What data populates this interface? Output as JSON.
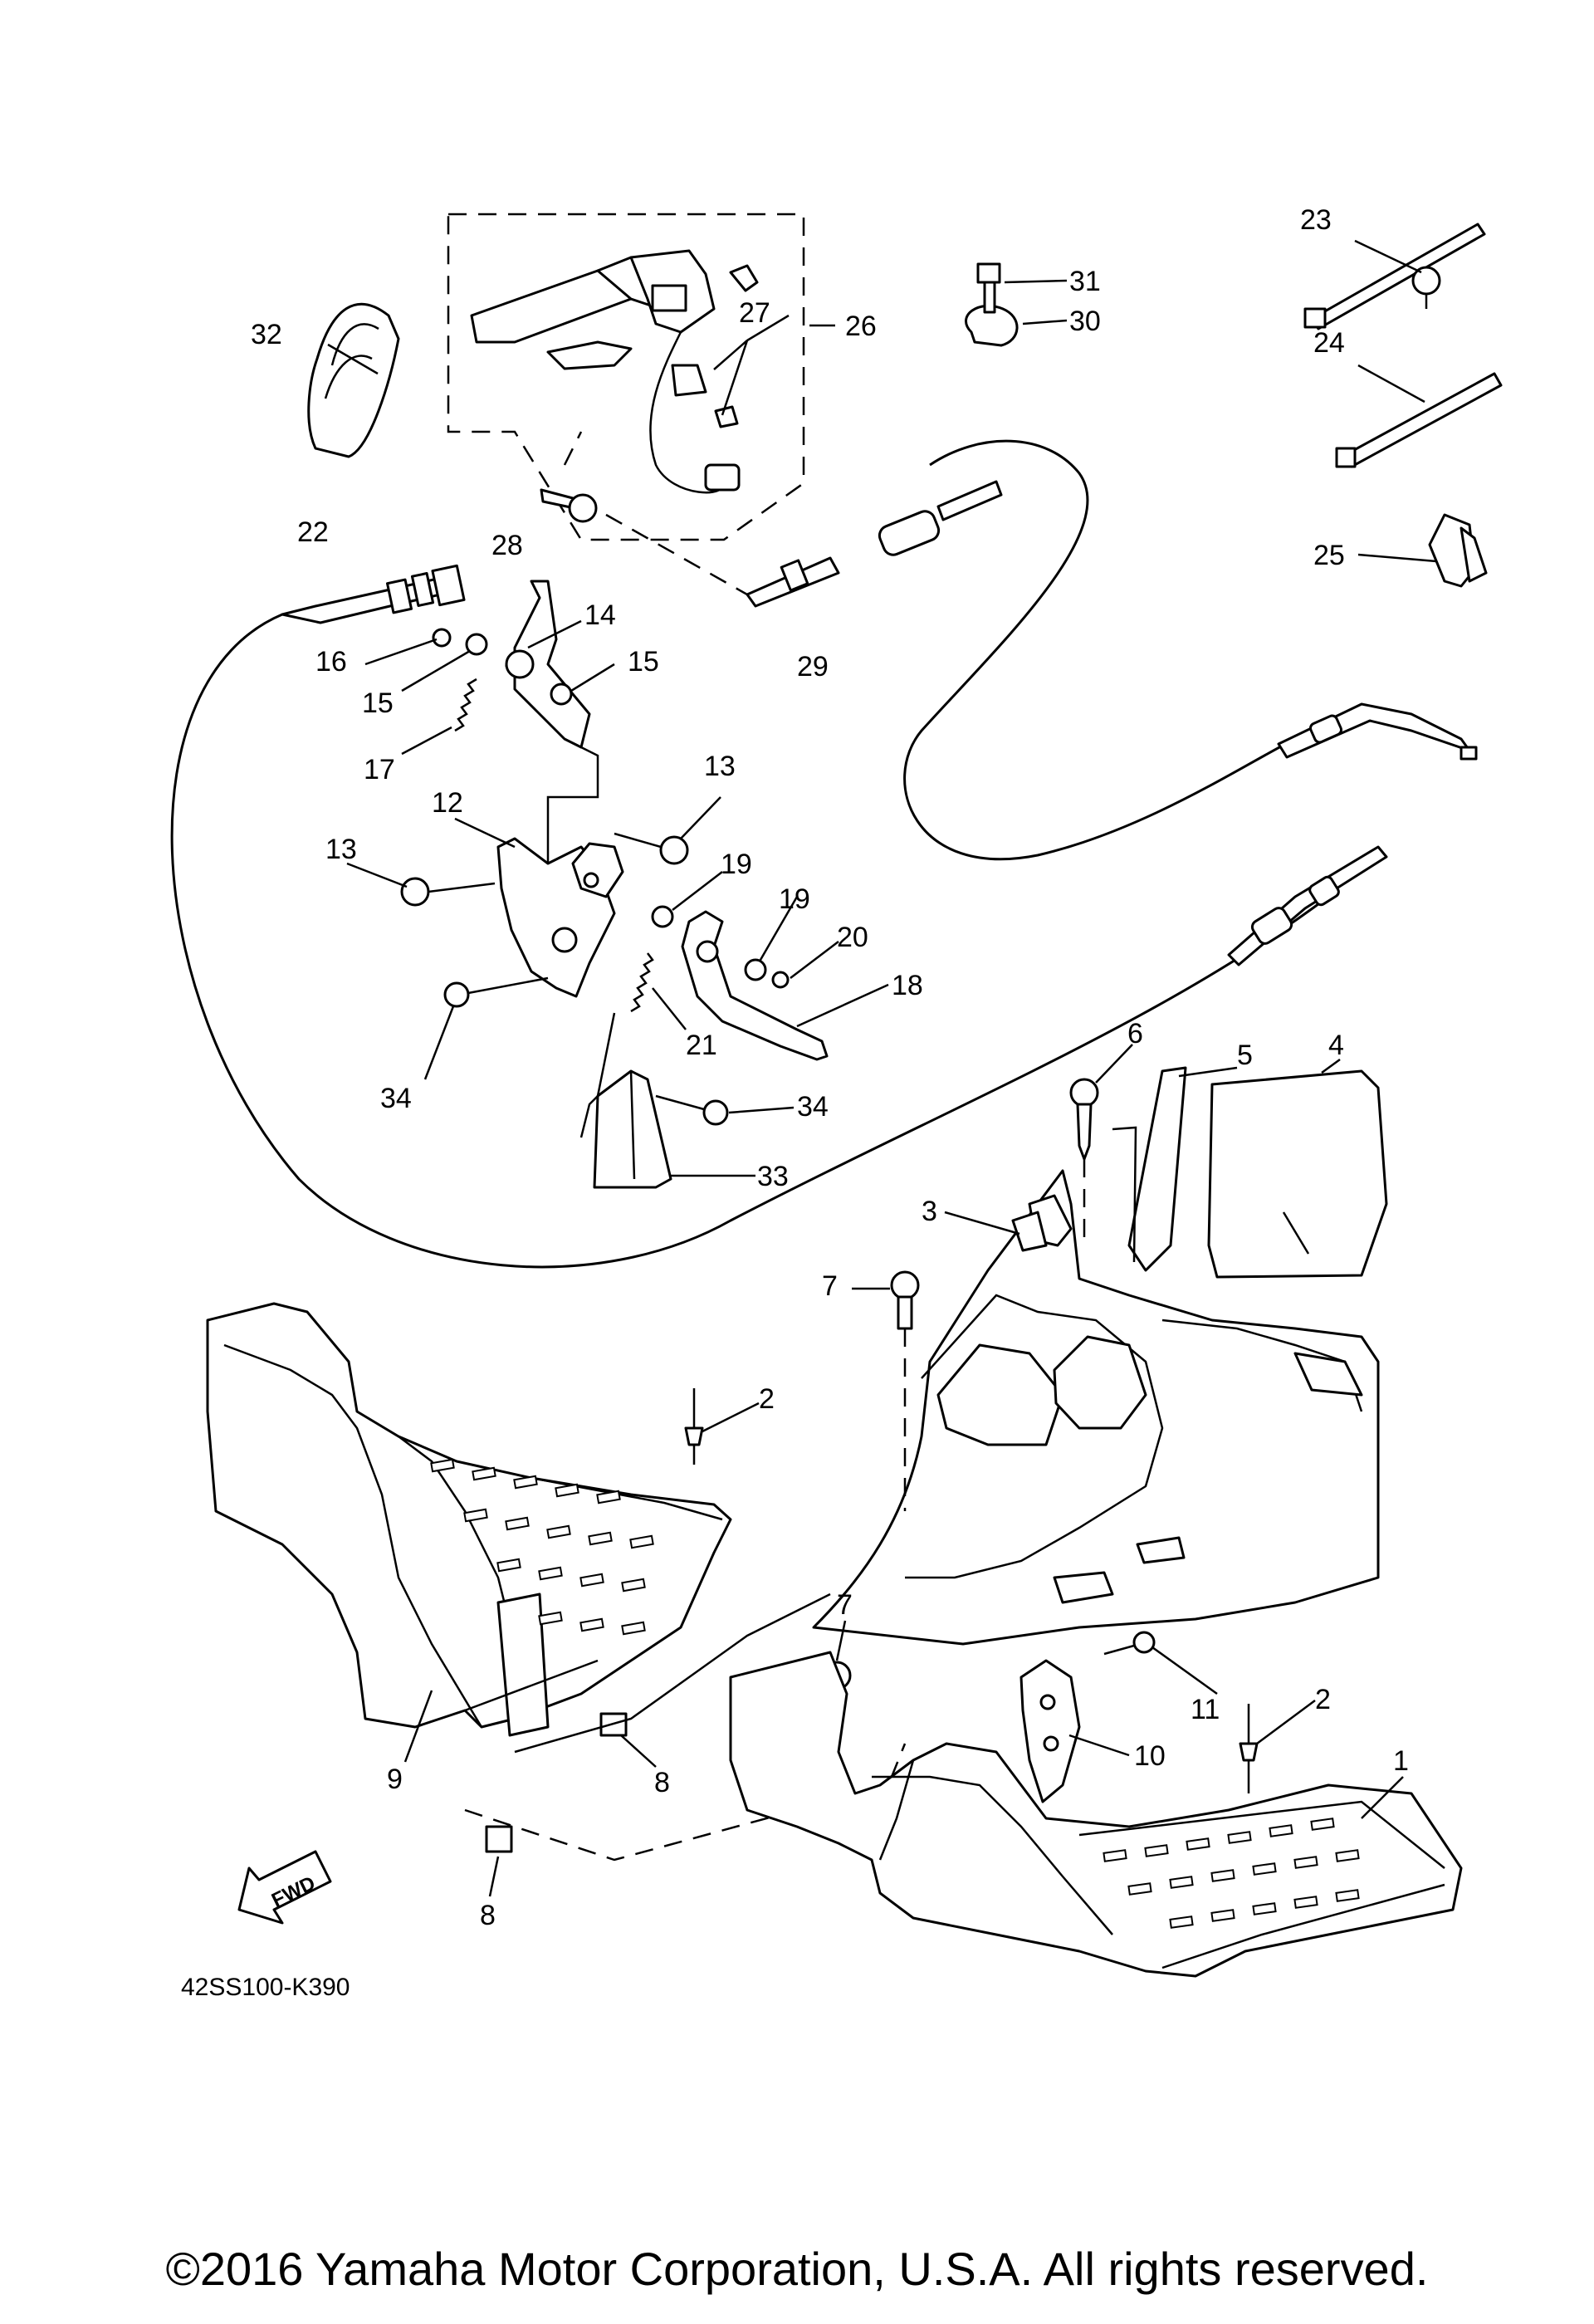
{
  "callouts": [
    "1",
    "2",
    "3",
    "4",
    "5",
    "6",
    "7",
    "8",
    "9",
    "10",
    "11",
    "12",
    "13",
    "14",
    "15",
    "16",
    "17",
    "18",
    "19",
    "20",
    "21",
    "22",
    "23",
    "24",
    "25",
    "26",
    "27",
    "28",
    "29",
    "30",
    "31",
    "32",
    "33",
    "34"
  ],
  "fwd_label": "FWD",
  "diagram_code": "42SS100-K390",
  "copyright": "©2016 Yamaha Motor Corporation, U.S.A. All rights reserved."
}
